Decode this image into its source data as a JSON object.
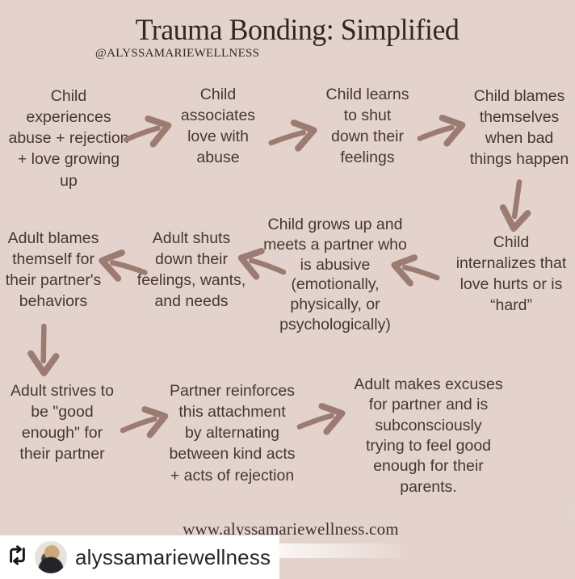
{
  "header": {
    "title": "Trauma Bonding: Simplified",
    "handle": "@ALYSSAMARIEWELLNESS"
  },
  "flow": {
    "steps": [
      {
        "id": "child-experiences-abuse",
        "text": "Child\nexperiences\nabuse + rejection\n+ love growing\nup"
      },
      {
        "id": "child-associates-love-abuse",
        "text": "Child\nassociates\nlove with\nabuse"
      },
      {
        "id": "child-shuts-down-feelings",
        "text": "Child learns\nto shut\ndown their\nfeelings"
      },
      {
        "id": "child-blames-themselves",
        "text": "Child blames\nthemselves\nwhen bad\nthings happen"
      },
      {
        "id": "child-internalizes",
        "text": "Child\ninternalizes that\nlove hurts or is\n“hard”"
      },
      {
        "id": "meets-abusive-partner",
        "text": "Child grows up and\nmeets a partner who\nis abusive\n(emotionally,\nphysically, or\npsychologically)"
      },
      {
        "id": "adult-shuts-down",
        "text": "Adult shuts\ndown their\nfeelings, wants,\nand needs"
      },
      {
        "id": "adult-blames-themself",
        "text": "Adult blames\nthemself for\ntheir partner's\nbehaviors"
      },
      {
        "id": "adult-strives-good-enough",
        "text": "Adult strives to\nbe \"good\nenough\" for\ntheir partner"
      },
      {
        "id": "partner-reinforces",
        "text": "Partner reinforces\nthis attachment\nby alternating\nbetween kind acts\n+ acts of rejection"
      },
      {
        "id": "adult-makes-excuses",
        "text": "Adult makes excuses\nfor partner and is\nsubconsciously\ntrying to feel good\nenough for their\nparents."
      }
    ]
  },
  "footer": {
    "website": "www.alyssamariewellness.com"
  },
  "repost_bar": {
    "username": "alyssamariewellness",
    "repost_icon_name": "repost-icon",
    "avatar_name": "profile-photo"
  },
  "colors": {
    "background": "#e4d3cc",
    "text": "#47382f",
    "arrow": "#9c7b72",
    "title_text": "#2f2823",
    "website_text": "#3a322e",
    "bar_background": "#ffffff",
    "username_text": "#262626"
  }
}
